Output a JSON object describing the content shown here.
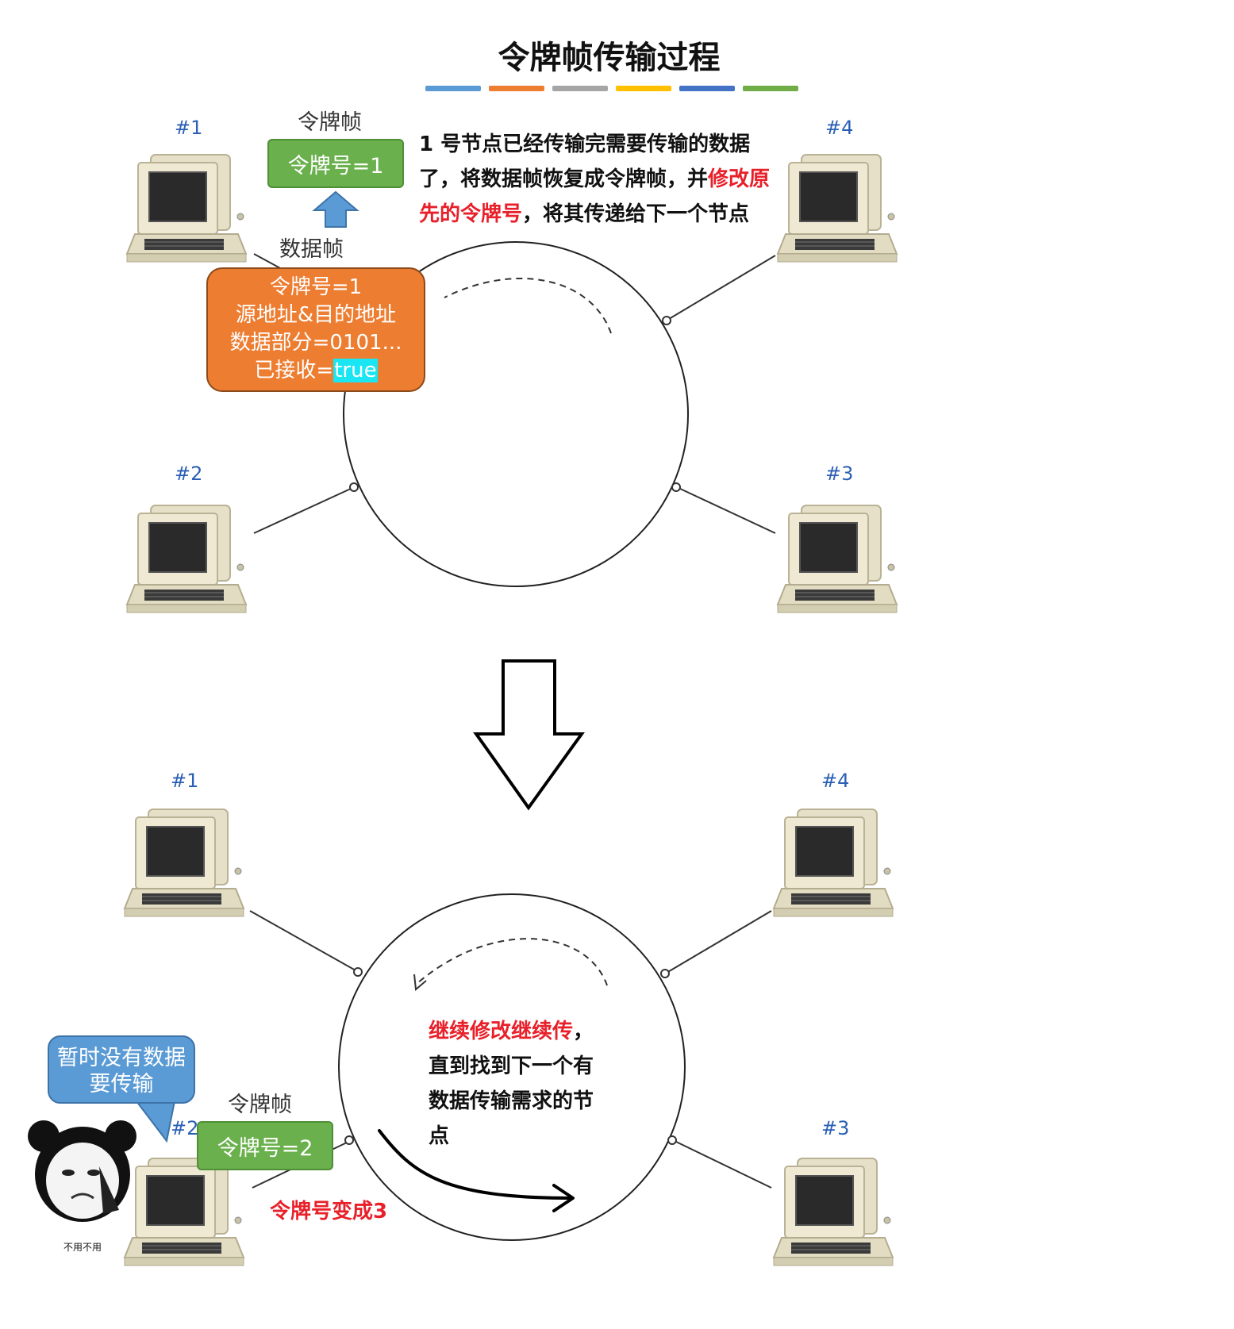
{
  "title": "令牌帧传输过程",
  "colors": {
    "bars": [
      "#5b9bd5",
      "#ed7d31",
      "#a5a5a5",
      "#ffc000",
      "#4472c4",
      "#70ad47"
    ],
    "token_frame": "#6ab04c",
    "data_frame": "#ed7d31",
    "bubble": "#5b9bd5",
    "highlight_red": "#e8202a",
    "node_label": "#2b5fb5"
  },
  "top_diagram": {
    "nodes": [
      "#1",
      "#2",
      "#3",
      "#4"
    ],
    "token_frame_caption": "令牌帧",
    "token_frame_value": "令牌号=1",
    "data_frame_caption": "数据帧",
    "data_frame_lines": [
      "令牌号=1",
      "源地址&目的地址",
      "数据部分=0101...",
      "已接收="
    ],
    "data_frame_received_value": "true",
    "description": {
      "part1": "1 号节点已经传输完需要传输的数据了，将数据帧恢复成令牌帧，并",
      "part2_red": "修改原先的令牌号",
      "part3": "，将其传递给下一个节点"
    }
  },
  "bottom_diagram": {
    "nodes": [
      "#1",
      "#2",
      "#3",
      "#4"
    ],
    "token_frame_caption": "令牌帧",
    "token_frame_value": "令牌号=2",
    "token_change_note": "令牌号变成3",
    "bubble_text": "暂时没有数据要传输",
    "meme_caption": "不用不用",
    "note_red": "继续修改继续传",
    "note_rest": "，直到找到下一个有数据传输需求的节点"
  }
}
